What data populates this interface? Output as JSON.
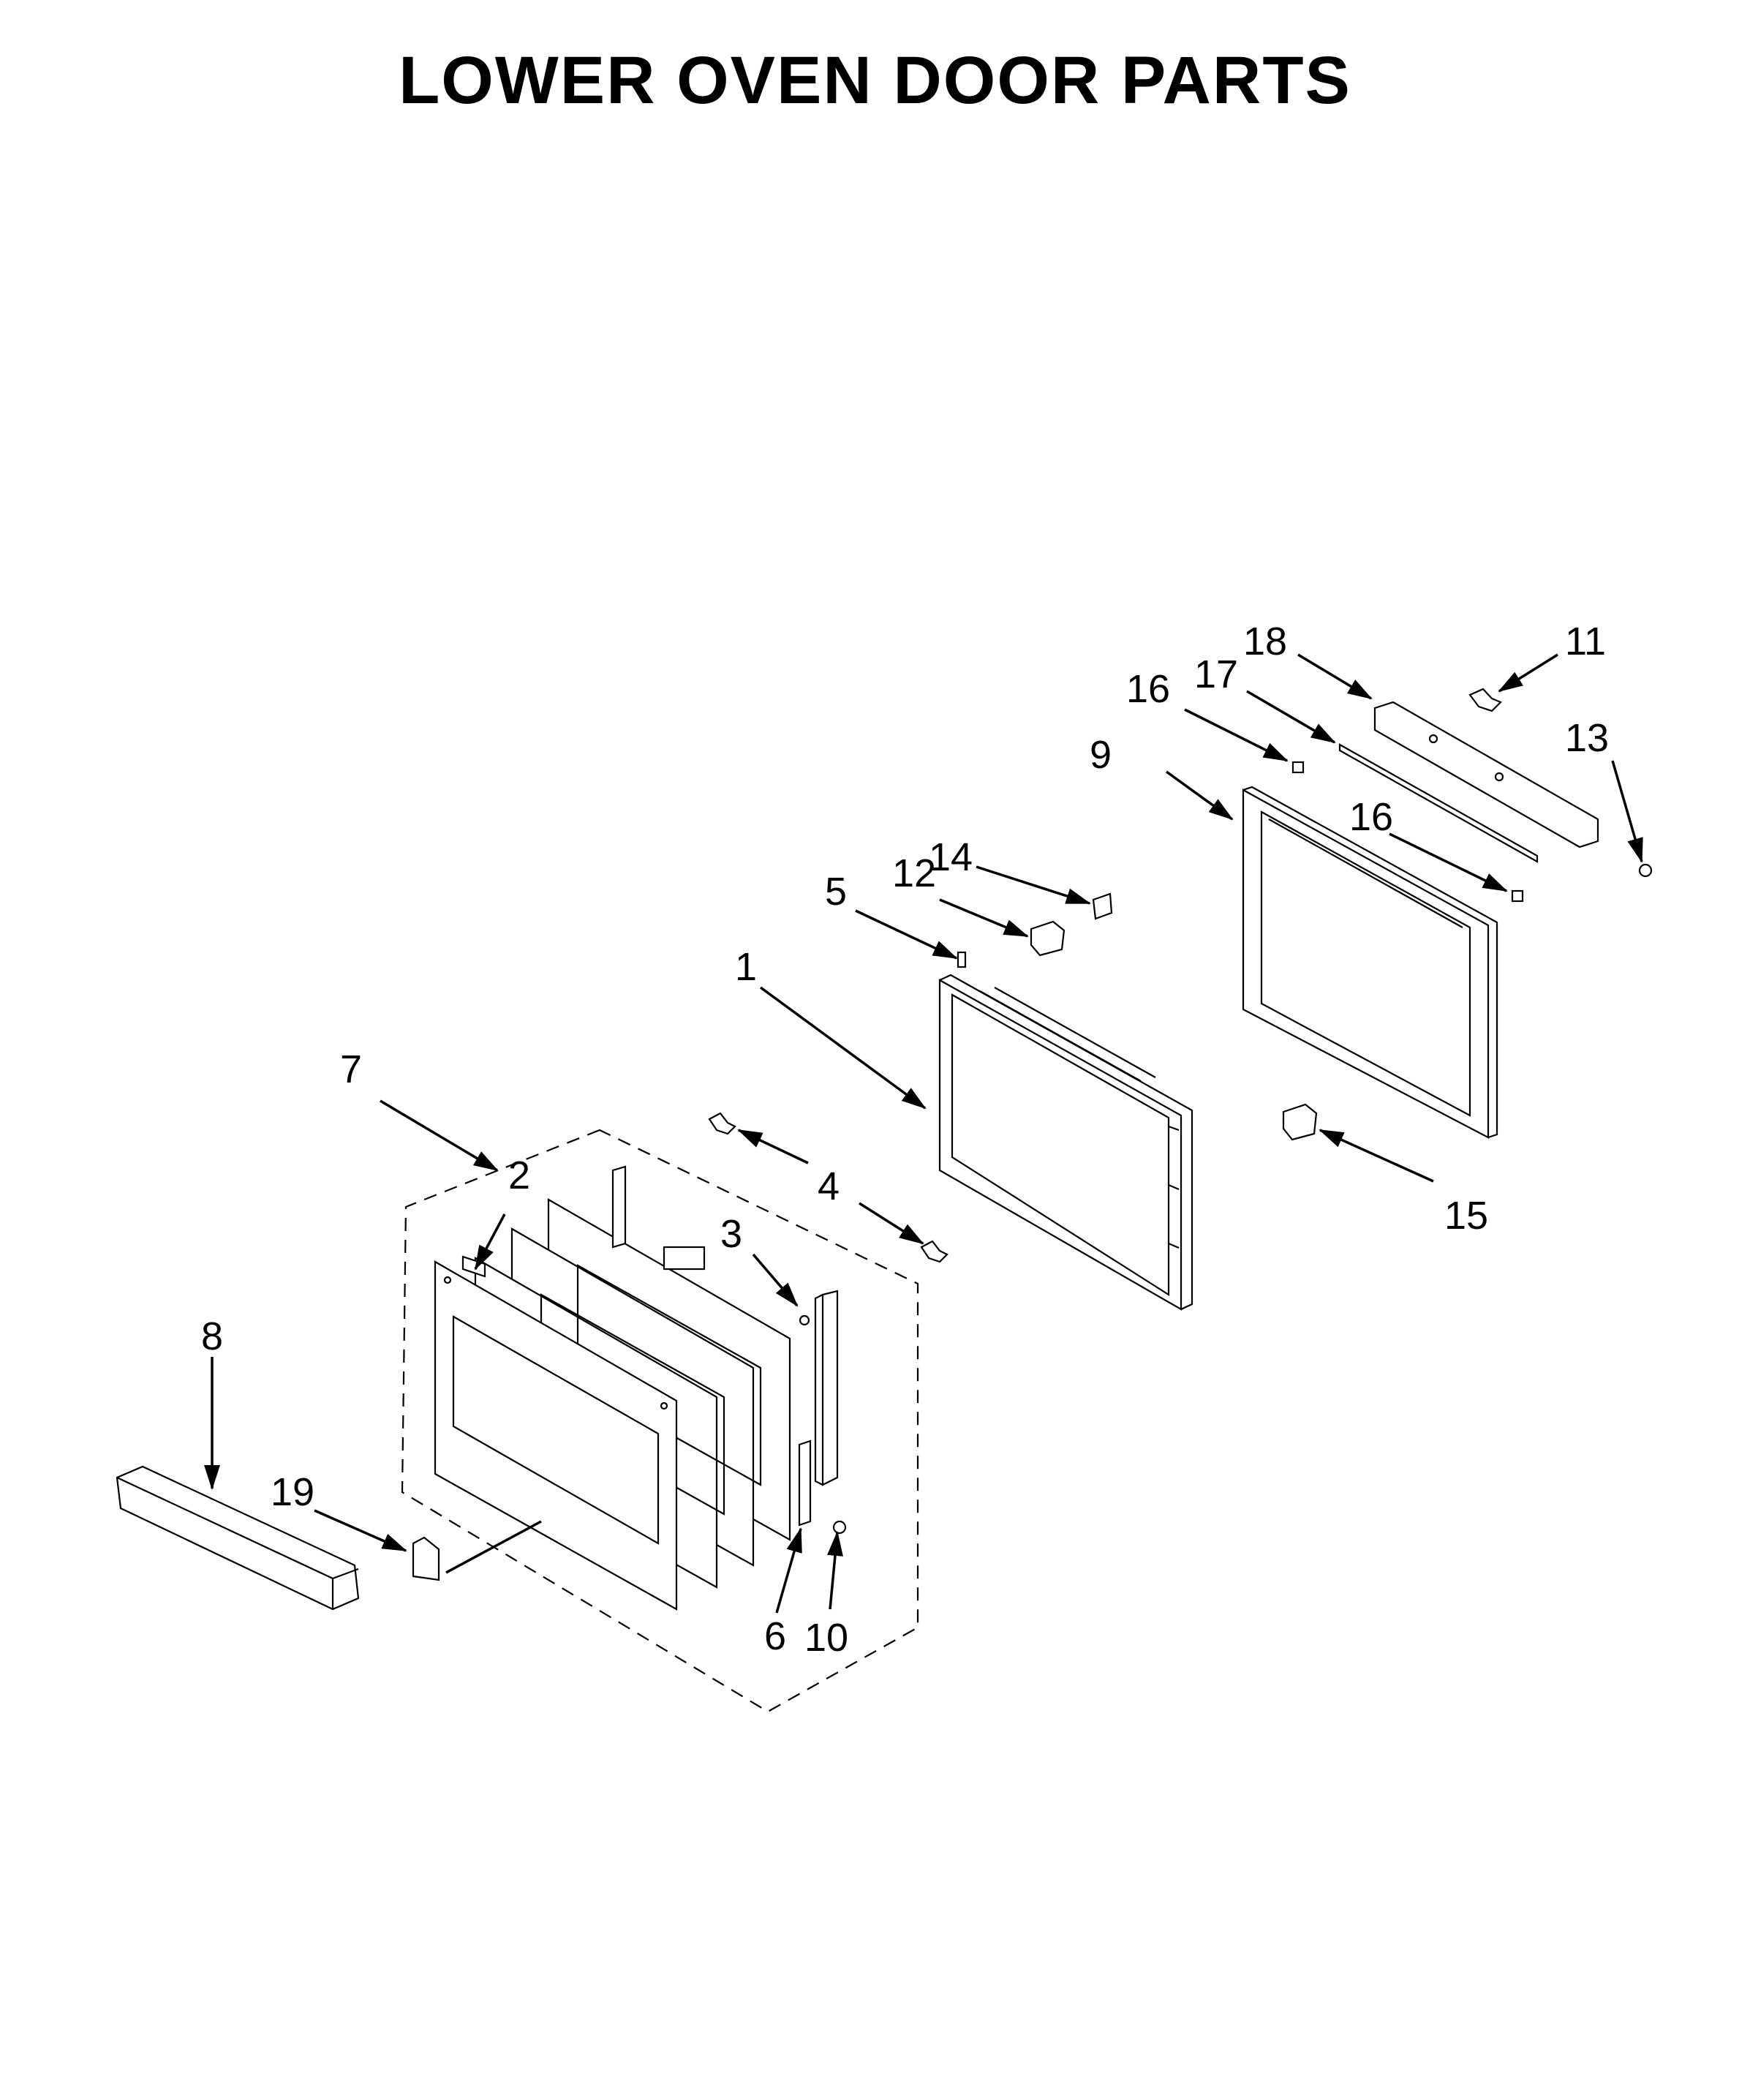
{
  "title": "LOWER OVEN DOOR PARTS",
  "callouts": {
    "c1": "1",
    "c2": "2",
    "c3": "3",
    "c4": "4",
    "c5": "5",
    "c6": "6",
    "c7": "7",
    "c8": "8",
    "c9": "9",
    "c10": "10",
    "c11": "11",
    "c12": "12",
    "c13": "13",
    "c14": "14",
    "c15": "15",
    "c16a": "16",
    "c16b": "16",
    "c17": "17",
    "c18": "18",
    "c19": "19"
  }
}
